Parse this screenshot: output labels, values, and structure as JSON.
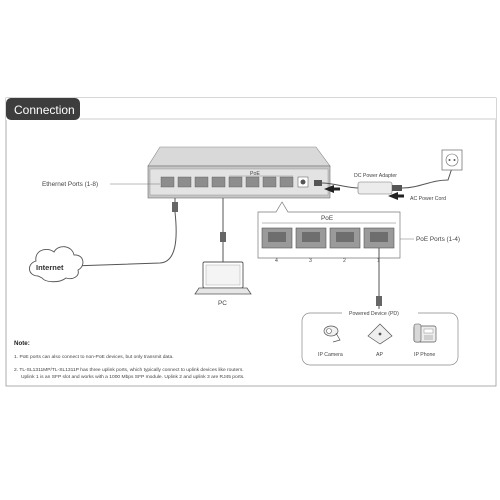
{
  "header": {
    "title": "Connection"
  },
  "switch": {
    "ports_label": "Ethernet Ports (1-8)",
    "poe_tag": "PoE"
  },
  "adapter": {
    "label": "DC Power Adapter",
    "cord_label": "AC Power Cord"
  },
  "internet": {
    "label": "Internet"
  },
  "pc": {
    "label": "PC"
  },
  "poe_zoom": {
    "title": "PoE",
    "ports_label": "PoE Ports (1-4)",
    "port_numbers": [
      "4",
      "3",
      "2",
      "1"
    ]
  },
  "pd": {
    "title": "Powered Device (PD)",
    "devices": [
      "IP Camera",
      "AP",
      "IP Phone"
    ]
  },
  "notes": {
    "title": "Note:",
    "items": [
      "1. PoE ports can also connect to non-PoE devices, but only transmit data.",
      "2. TL-SL1311MP/TL-SL1311P has three uplink ports, which typically connect to uplink devices like routers.",
      "Uplink 1 is an SFP slot and works with a 1000 Mbps SFP module. Uplink 2 and uplink 3 are RJ45 ports."
    ]
  }
}
